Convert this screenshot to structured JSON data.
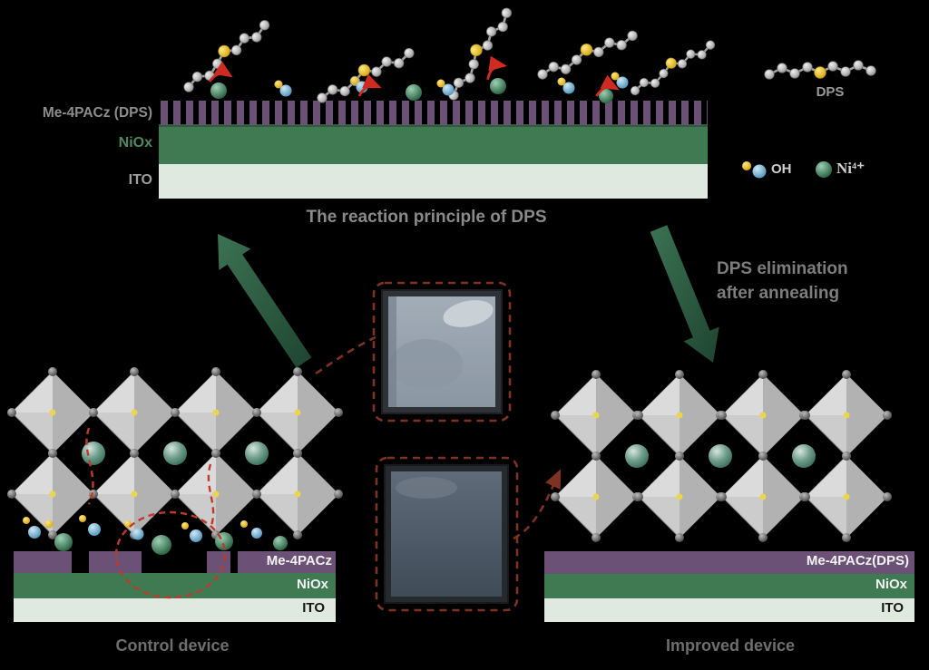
{
  "figure": {
    "top_caption": "The reaction principle of DPS",
    "right_note_line1": "DPS elimination",
    "right_note_line2": "after annealing",
    "dps_molecule_label": "DPS",
    "top_stack_labels": {
      "sam": "Me-4PACz (DPS)",
      "niox": "NiOx",
      "ito": "ITO"
    },
    "legend": {
      "oh": "OH",
      "ni": "Ni⁴⁺"
    },
    "control_device": {
      "caption": "Control device",
      "layers": {
        "sam": "Me-4PACz",
        "niox": "NiOx",
        "ito": "ITO"
      }
    },
    "improved_device": {
      "caption": "Improved device",
      "layers": {
        "sam": "Me-4PACz(DPS)",
        "niox": "NiOx",
        "ito": "ITO"
      }
    },
    "colors": {
      "background": "#000000",
      "sam_purple": "#6b5176",
      "niox_green": "#3f7a52",
      "ito_light": "#dfe9df",
      "arrow_green": "#2f5c42",
      "highlight_red": "#c0392b",
      "connector_brown": "#7e3322",
      "oh_blue": "#5f9fc4",
      "oh_yellow": "#efe13a",
      "ni_ion_green": "#2e6b49",
      "caption_gray": "#8a8a8a"
    }
  }
}
